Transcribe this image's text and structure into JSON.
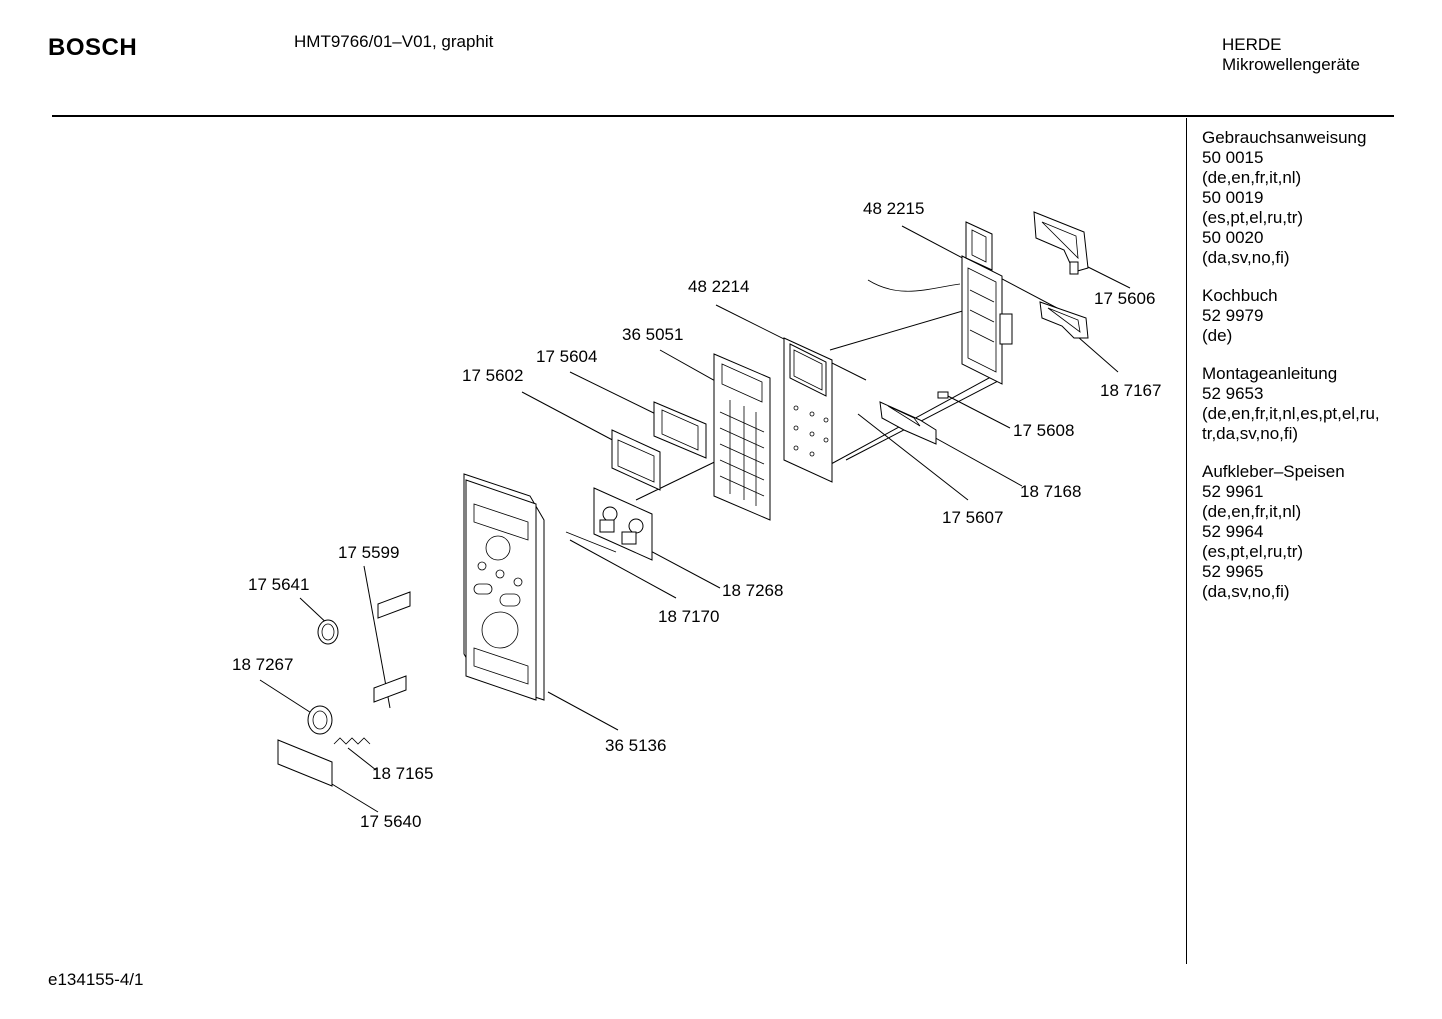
{
  "header": {
    "brand": "BOSCH",
    "model": "HMT9766/01–V01, graphit",
    "category_line1": "HERDE",
    "category_line2": "Mikrowellengeräte"
  },
  "documents": [
    {
      "lines": [
        "Gebrauchsanweisung",
        "50 0015",
        "(de,en,fr,it,nl)",
        "50 0019",
        "(es,pt,el,ru,tr)",
        "50 0020",
        "(da,sv,no,fi)"
      ]
    },
    {
      "lines": [
        "Kochbuch",
        "52 9979",
        "(de)"
      ]
    },
    {
      "lines": [
        "Montageanleitung",
        "52 9653",
        "(de,en,fr,it,nl,es,pt,el,ru,",
        "tr,da,sv,no,fi)"
      ]
    },
    {
      "lines": [
        "Aufkleber–Speisen",
        "52 9961",
        "(de,en,fr,it,nl)",
        "52 9964",
        "(es,pt,el,ru,tr)",
        "52 9965",
        "(da,sv,no,fi)"
      ]
    }
  ],
  "parts": {
    "p482215": "48 2215",
    "p482214": "48 2214",
    "p365051": "36 5051",
    "p175604": "17 5604",
    "p175602": "17 5602",
    "p175606": "17 5606",
    "p187167": "18 7167",
    "p175608": "17 5608",
    "p187168": "18 7168",
    "p175607": "17 5607",
    "p187268": "18 7268",
    "p187170": "18 7170",
    "p175599": "17 5599",
    "p175641": "17 5641",
    "p187267": "18 7267",
    "p365136": "36 5136",
    "p187165": "18 7165",
    "p175640": "17 5640"
  },
  "footer": {
    "code": "e134155-4/1"
  }
}
